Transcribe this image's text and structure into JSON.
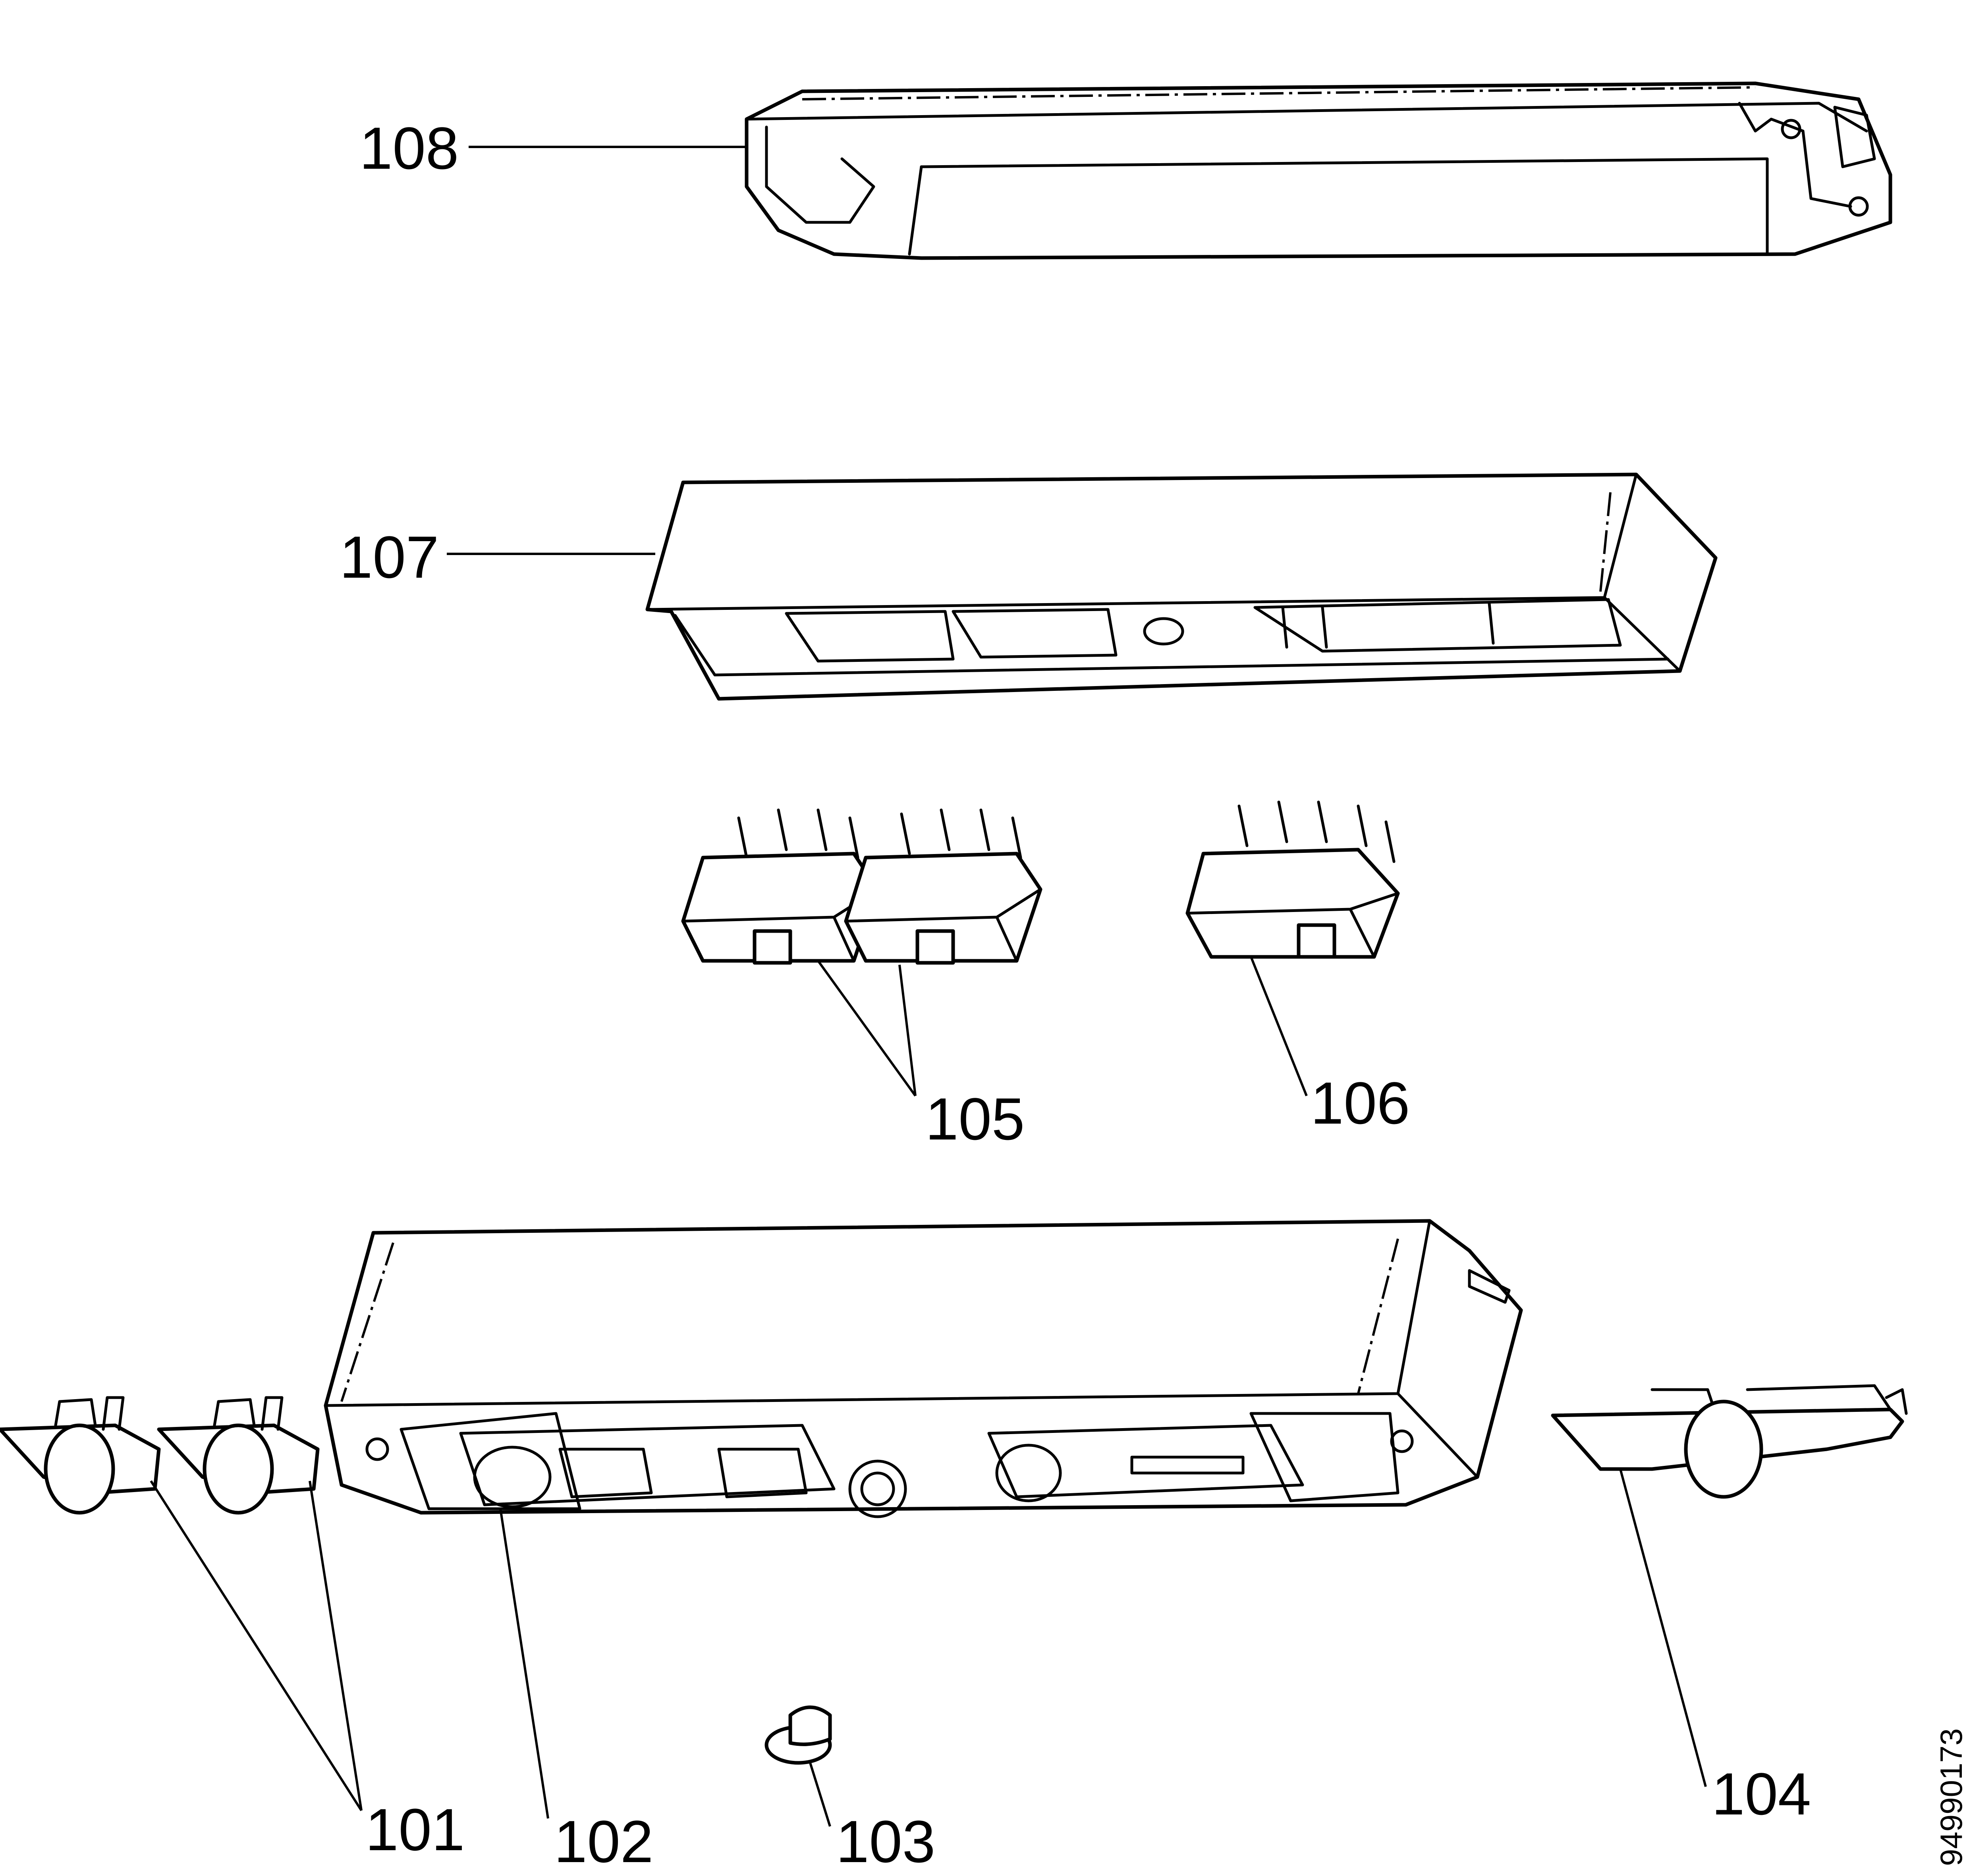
{
  "callouts": {
    "c101": "101",
    "c102": "102",
    "c103": "103",
    "c104": "104",
    "c105": "105",
    "c106": "106",
    "c107": "107",
    "c108": "108"
  },
  "document_number": "94990173",
  "colors": {
    "ink": "#000000",
    "paper": "#ffffff"
  }
}
